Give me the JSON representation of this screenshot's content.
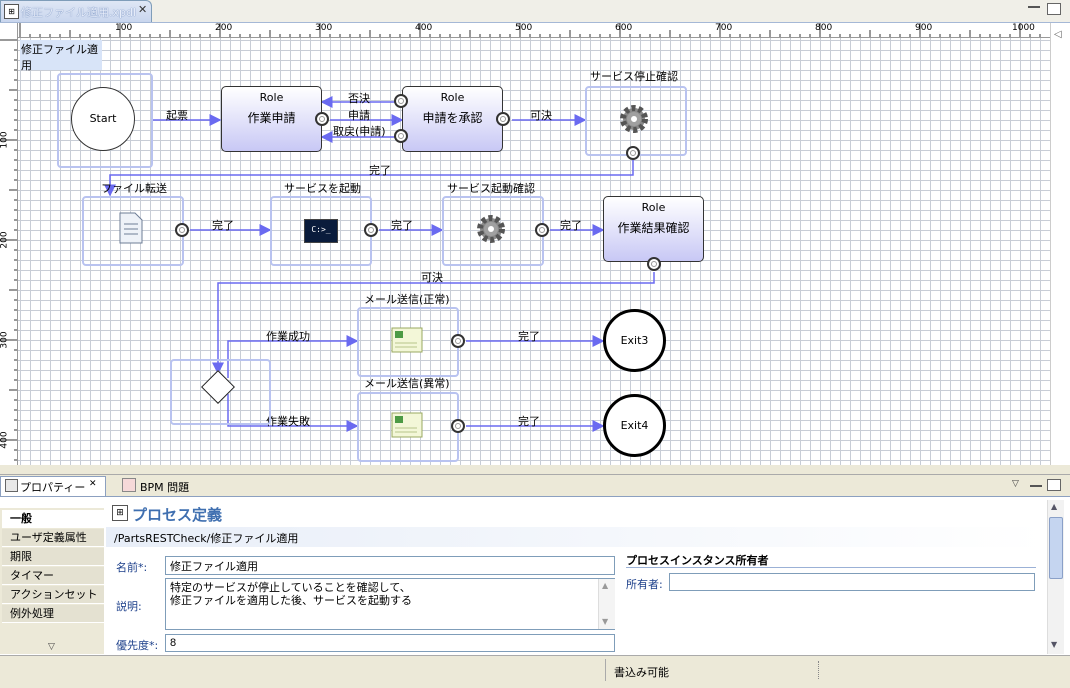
{
  "editor": {
    "tab_title": "修正ファイル適用.xpdl",
    "close_glyph": "✕",
    "diagram_title": "修正ファイル適用"
  },
  "ruler": {
    "h_ticks": [
      "100",
      "200",
      "300",
      "400",
      "500",
      "600",
      "700",
      "800",
      "900",
      "1000"
    ],
    "v_ticks": [
      "100",
      "200",
      "300",
      "400"
    ]
  },
  "diagram": {
    "start": "Start",
    "role_label": "Role",
    "task_sagyo_shinsei": "作業申請",
    "task_shinsei_shounin": "申請を承認",
    "task_sagyo_kekka": "作業結果確認",
    "svc_stop_check": "サービス停止確認",
    "file_transfer": "ファイル転送",
    "svc_start": "サービスを起動",
    "svc_start_check": "サービス起動確認",
    "mail_ok": "メール送信(正常)",
    "mail_ng": "メール送信(異常)",
    "exit3": "Exit3",
    "exit4": "Exit4",
    "console_text": "C:>_",
    "edges": {
      "kihyo": "起票",
      "hiketsu": "否決",
      "shinsei": "申請",
      "torisage": "取戻(申請)",
      "kaketsu1": "可決",
      "kanryo1": "完了",
      "kanryo2": "完了",
      "kanryo3": "完了",
      "kanryo4": "完了",
      "kaketsu2": "可決",
      "seikou": "作業成功",
      "shippai": "作業失敗",
      "kanryo5": "完了",
      "kanryo6": "完了"
    }
  },
  "properties": {
    "tab_props": "プロパティー",
    "tab_close": "✕",
    "tab_bpm": "BPM 問題",
    "nav": [
      "一般",
      "ユーザ定義属性",
      "期限",
      "タイマー",
      "アクションセット",
      "例外処理"
    ],
    "header_title": "プロセス定義",
    "path": "/PartsRESTCheck/修正ファイル適用",
    "name_label": "名前*:",
    "name_value": "修正ファイル適用",
    "desc_label": "説明:",
    "desc_value": "特定のサービスが停止していることを確認して、\n修正ファイルを適用した後、サービスを起動する",
    "priority_label": "優先度*:",
    "priority_value": "8",
    "owner_section": "プロセスインスタンス所有者",
    "owner_label": "所有者:",
    "owner_value": ""
  },
  "status": {
    "write_mode": "書込み可能"
  },
  "colors": {
    "edge": "#6a6af0",
    "frame": "#b9c3f0",
    "accent": "#3f6fb0"
  }
}
